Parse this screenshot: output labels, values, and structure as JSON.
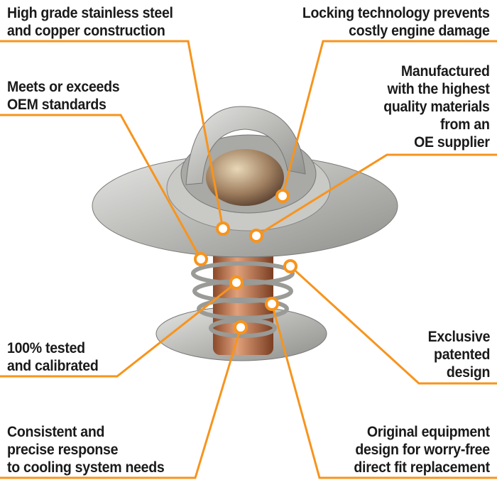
{
  "accent_color": "#f7941d",
  "callouts": [
    {
      "id": "materials",
      "lines": [
        "High grade stainless steel",
        "and copper construction"
      ]
    },
    {
      "id": "locking",
      "lines": [
        "Locking technology prevents",
        "costly engine damage"
      ]
    },
    {
      "id": "oem",
      "lines": [
        "Meets or exceeds",
        "OEM standards"
      ]
    },
    {
      "id": "manufactured",
      "lines": [
        "Manufactured",
        "with the highest",
        "quality materials",
        "from an",
        "OE supplier"
      ]
    },
    {
      "id": "tested",
      "lines": [
        "100% tested",
        "and calibrated"
      ]
    },
    {
      "id": "patented",
      "lines": [
        "Exclusive",
        "patented",
        "design"
      ]
    },
    {
      "id": "response",
      "lines": [
        "Consistent and",
        "precise response",
        "to cooling system needs"
      ]
    },
    {
      "id": "fit",
      "lines": [
        "Original equipment",
        "design for worry-free",
        "direct fit replacement"
      ]
    }
  ]
}
